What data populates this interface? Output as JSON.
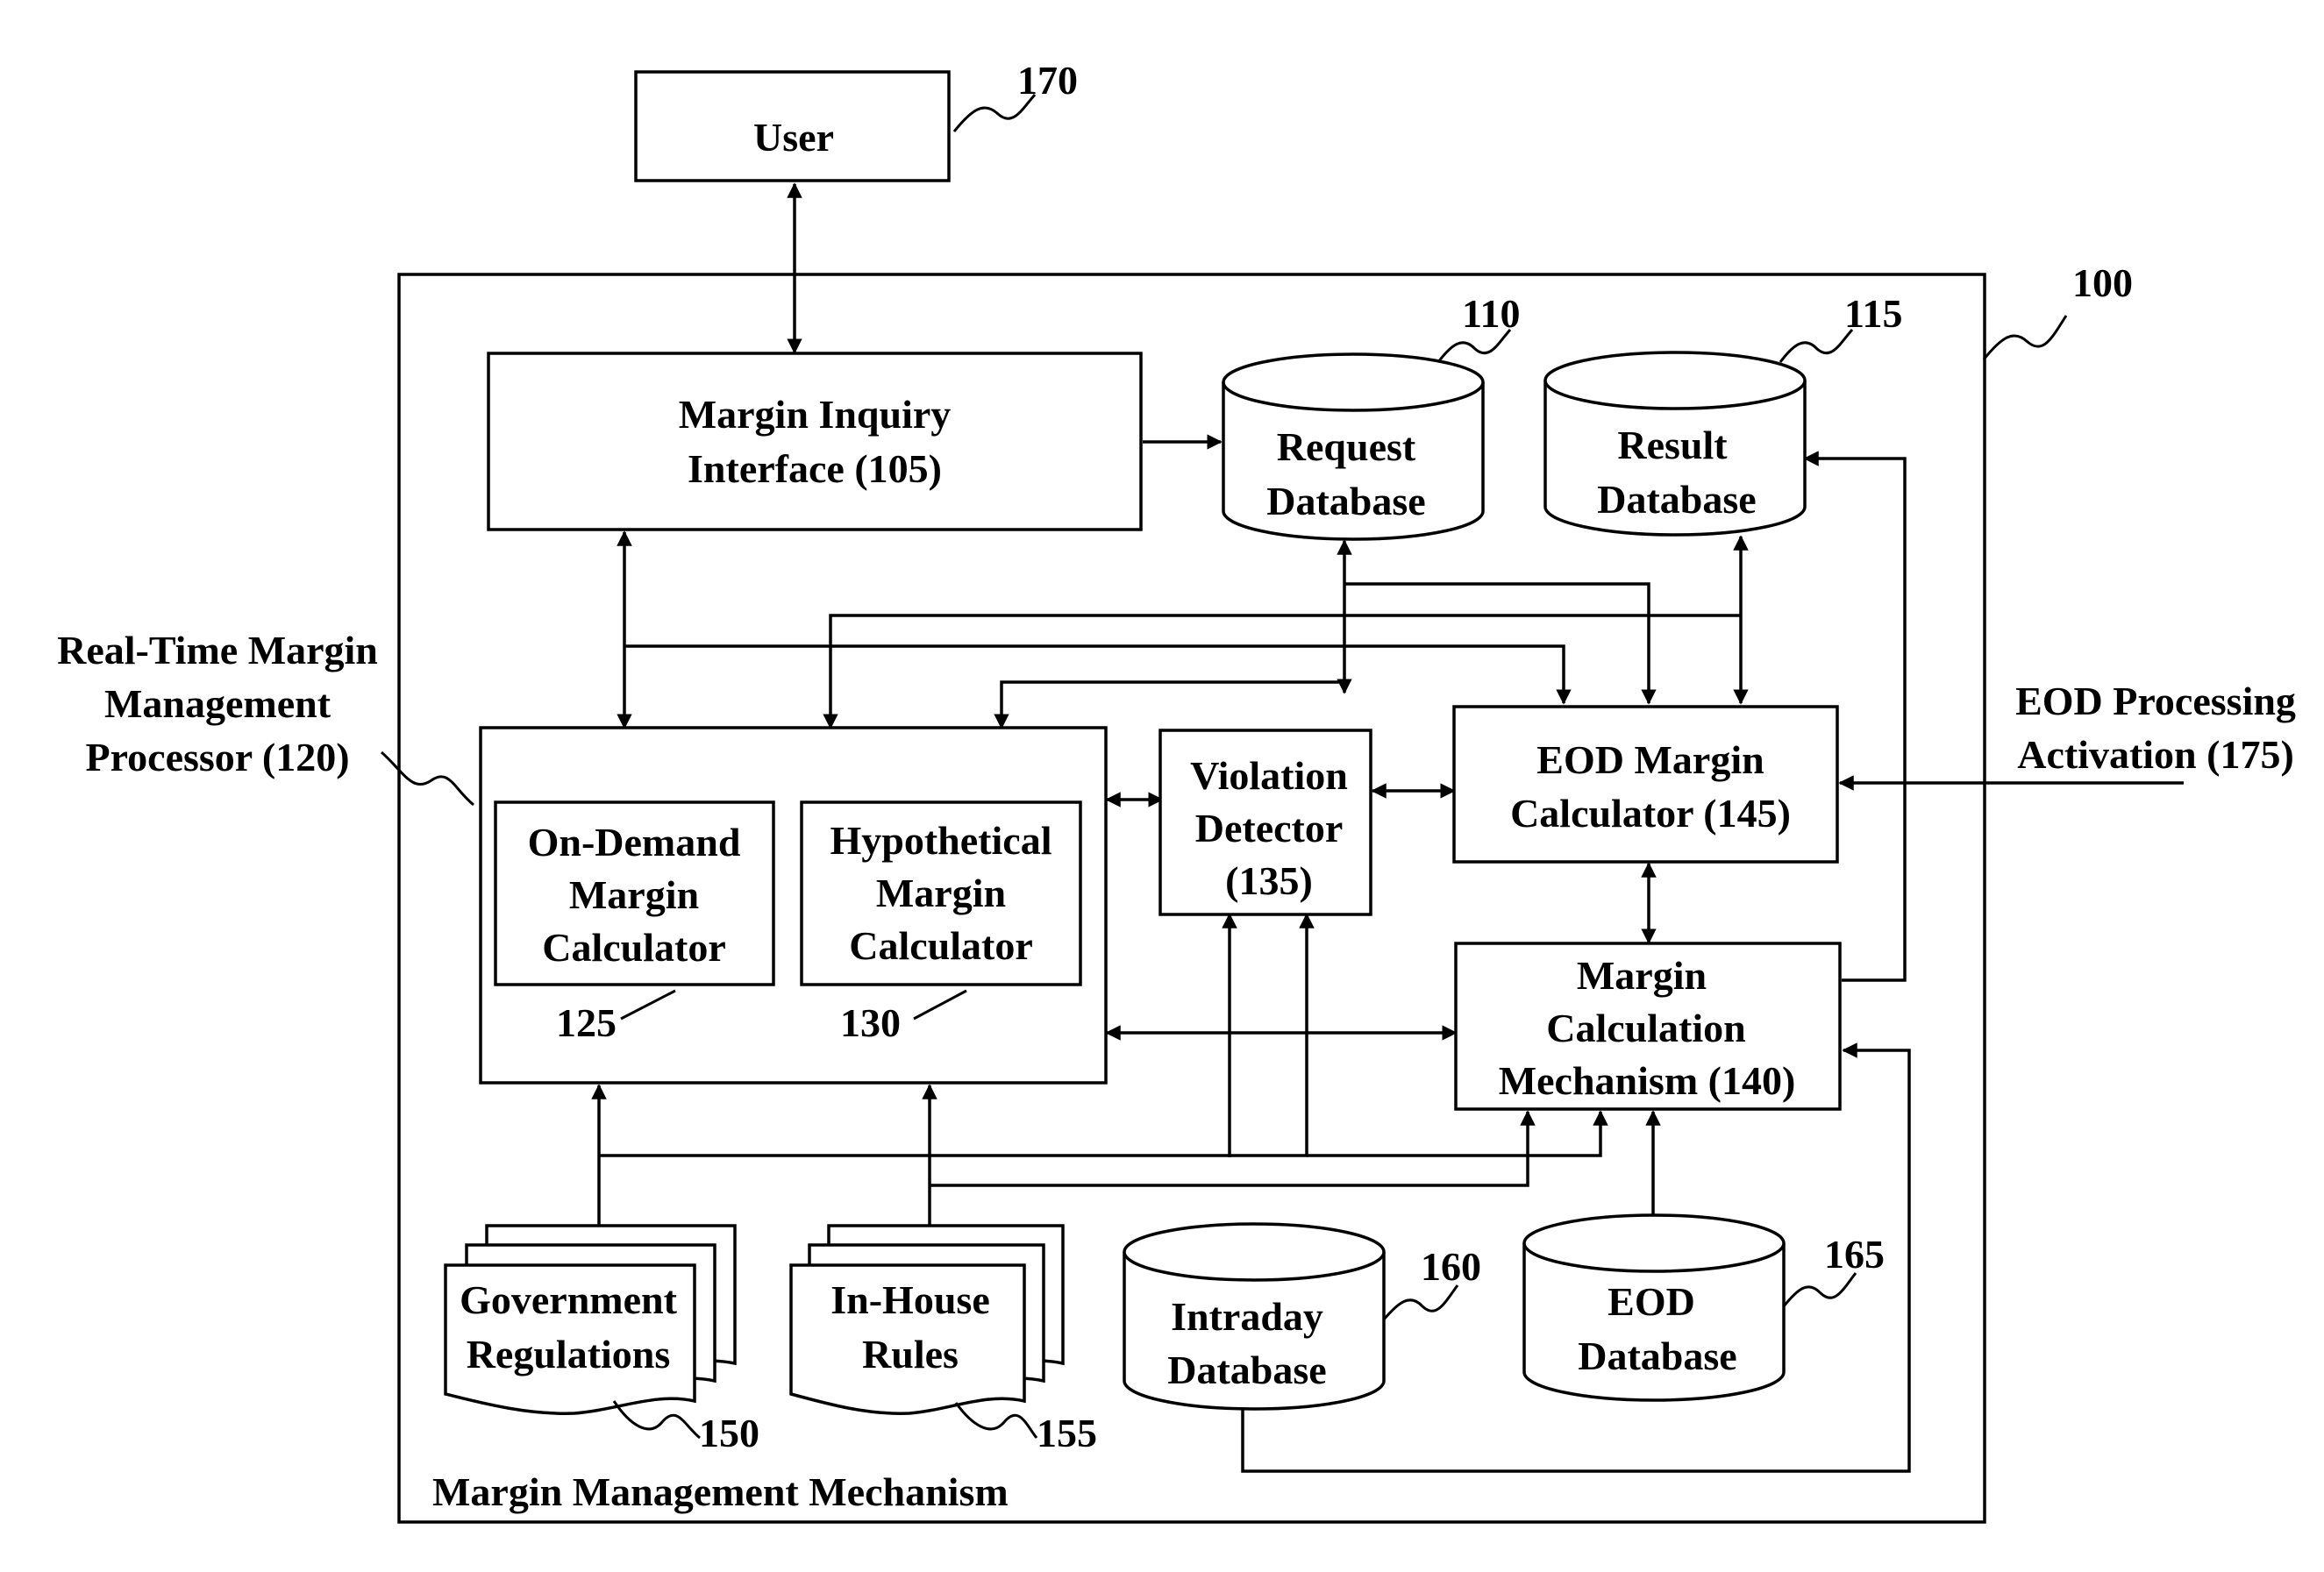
{
  "diagram": {
    "labels": {
      "user": [
        "User"
      ],
      "margin_inquiry_interface": [
        "Margin Inquiry",
        "Interface (105)"
      ],
      "request_database": [
        "Request",
        "Database"
      ],
      "result_database": [
        "Result",
        "Database"
      ],
      "real_time_processor": [
        "Real-Time Margin",
        "Management",
        "Processor (120)"
      ],
      "on_demand_calculator": [
        "On-Demand",
        "Margin",
        "Calculator"
      ],
      "hypothetical_calculator": [
        "Hypothetical",
        "Margin",
        "Calculator"
      ],
      "violation_detector": [
        "Violation",
        "Detector",
        "(135)"
      ],
      "eod_margin_calculator": [
        "EOD Margin",
        "Calculator (145)"
      ],
      "eod_processing_activation": [
        "EOD Processing",
        "Activation (175)"
      ],
      "margin_calculation_mechanism": [
        "Margin",
        "Calculation",
        "Mechanism (140)"
      ],
      "government_regulations": [
        "Government",
        "Regulations"
      ],
      "in_house_rules": [
        "In-House",
        "Rules"
      ],
      "intraday_database": [
        "Intraday",
        "Database"
      ],
      "eod_database": [
        "EOD",
        "Database"
      ],
      "margin_management_mechanism": [
        "Margin Management Mechanism"
      ]
    },
    "reference_numbers": {
      "user": "170",
      "system": "100",
      "request_database": "110",
      "result_database": "115",
      "on_demand_calculator": "125",
      "hypothetical_calculator": "130",
      "government_regulations": "150",
      "in_house_rules": "155",
      "intraday_database": "160",
      "eod_database": "165"
    }
  }
}
